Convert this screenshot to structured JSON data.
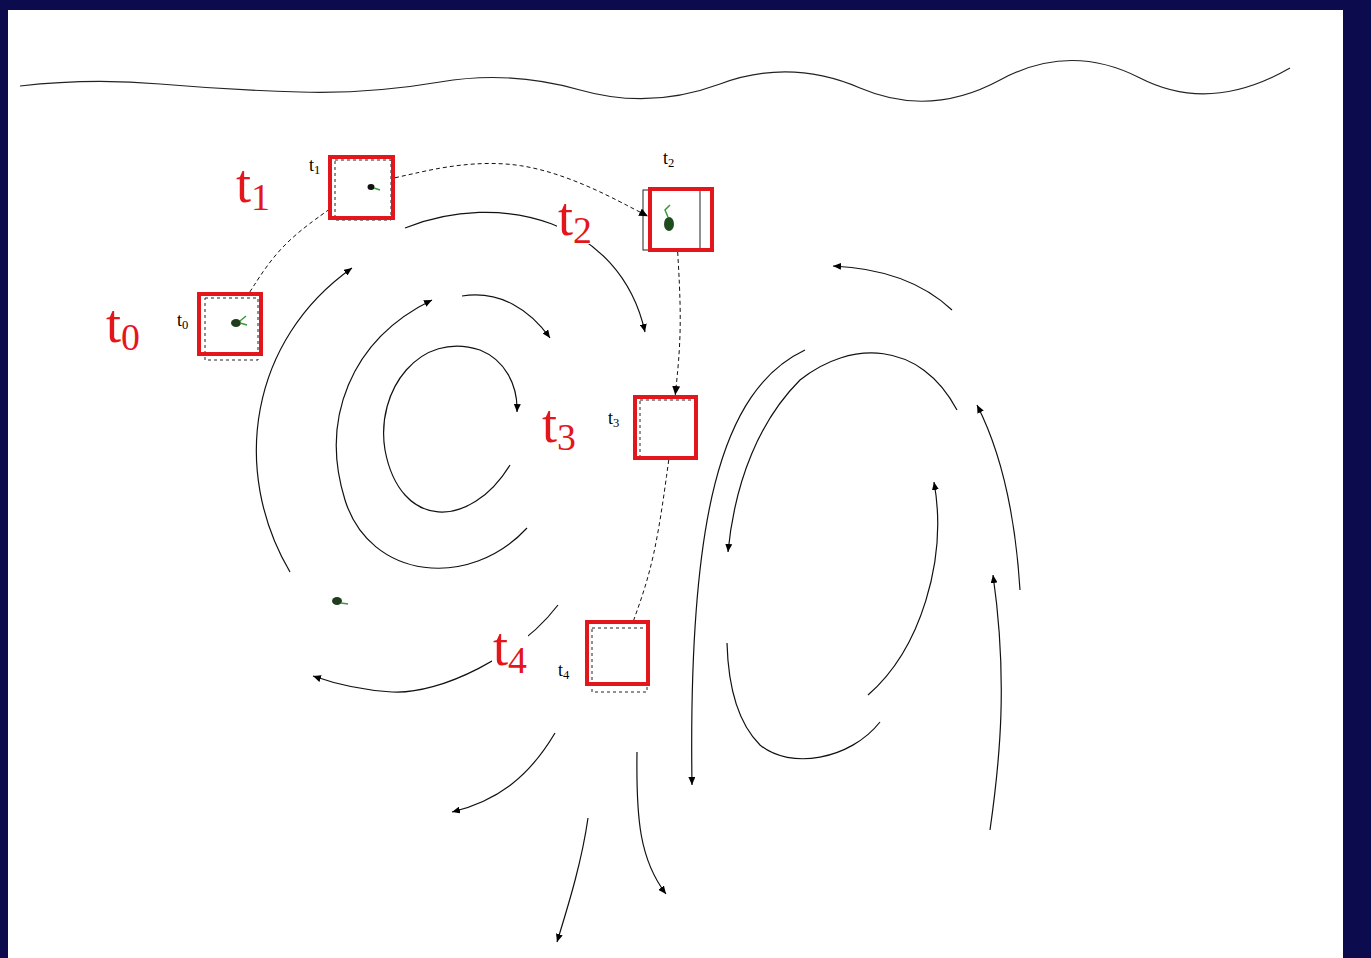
{
  "diagram": {
    "nodes": [
      {
        "text": [
          "t0",
          "t0"
        ]
      },
      {
        "text": [
          "t1",
          "t1"
        ]
      },
      {
        "text": [
          "t2",
          "t2"
        ]
      },
      {
        "text": [
          "t3",
          "t3"
        ]
      },
      {
        "text": [
          "t4",
          "t4"
        ]
      }
    ],
    "edges": [
      {
        "from": 0,
        "to": 1,
        "arrow": "none"
      },
      {
        "from": 1,
        "to": 2,
        "arrow": "to"
      },
      {
        "from": 2,
        "to": 3,
        "arrow": "to"
      },
      {
        "from": 3,
        "to": 4,
        "arrow": "none"
      }
    ]
  }
}
